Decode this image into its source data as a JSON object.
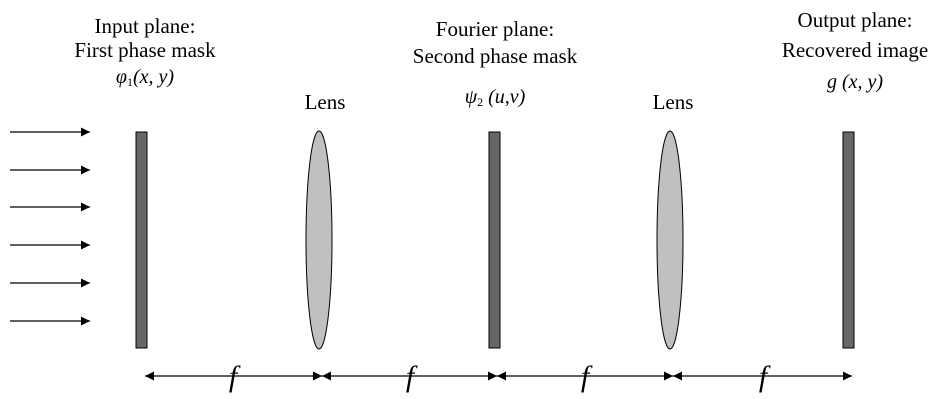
{
  "input_plane": {
    "line1": "Input plane:",
    "line2": "First phase mask",
    "symbol": "φ",
    "sub": "1",
    "args": "(x, y)"
  },
  "fourier_plane": {
    "line1": "Fourier plane:",
    "line2": "Second phase mask",
    "symbol": "ψ",
    "sub": "2",
    "args": "(u,v)"
  },
  "output_plane": {
    "line1": "Output plane:",
    "line2": "Recovered image",
    "math": "g (x, y)"
  },
  "lens1": {
    "label": "Lens"
  },
  "lens2": {
    "label": "Lens"
  },
  "distances": [
    "f",
    "f",
    "f",
    "f"
  ],
  "colors": {
    "mask": "#666666",
    "lens": "#c0c0c0",
    "line": "#000000"
  }
}
